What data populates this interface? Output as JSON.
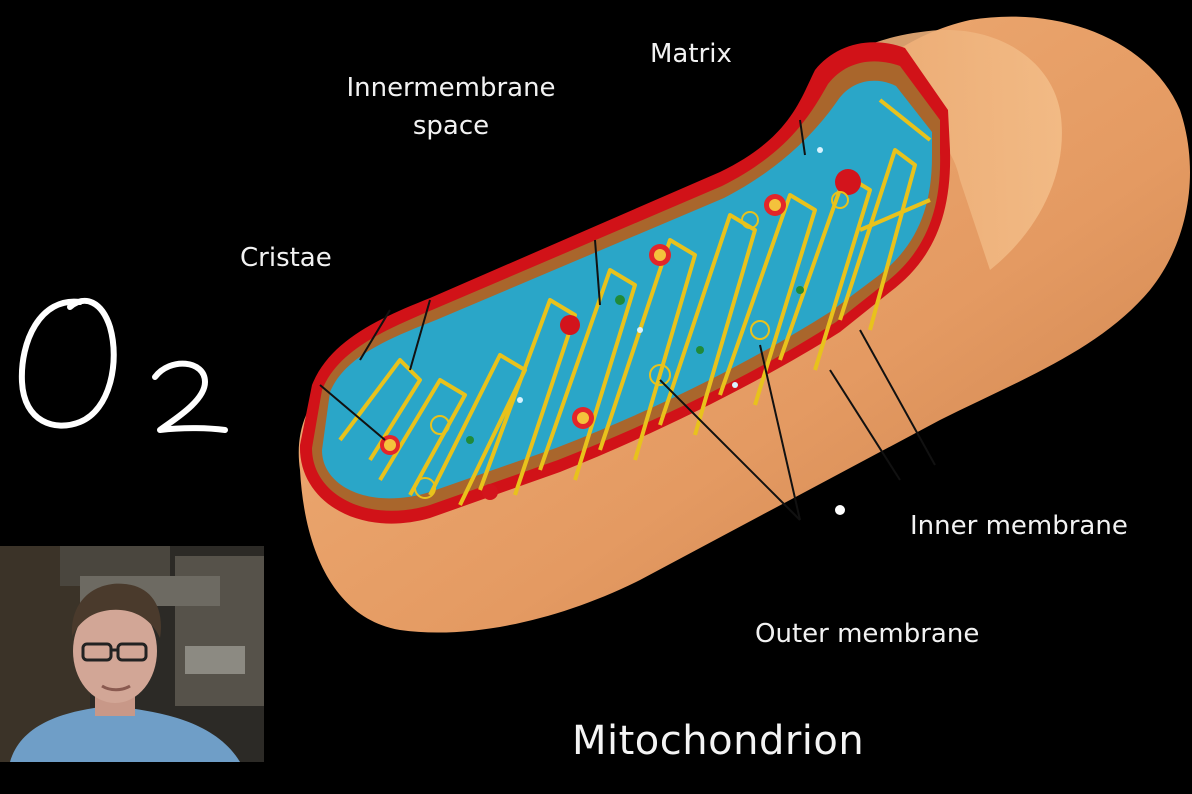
{
  "diagram": {
    "title": "Mitochondrion",
    "labels": {
      "matrix": "Matrix",
      "intermembrane_line1": "Innermembrane",
      "intermembrane_line2": "space",
      "cristae": "Cristae",
      "inner_membrane": "Inner membrane",
      "outer_membrane": "Outer membrane"
    },
    "annotation": "O₂ handwritten in white"
  },
  "colors": {
    "background": "#000000",
    "outer_membrane": "#e7a06a",
    "inner_membrane_red": "#e0141b",
    "matrix": "#2aa6c8",
    "crista_edge": "#e8c21c"
  },
  "webcam": {
    "description": "presenter webcam inset"
  }
}
